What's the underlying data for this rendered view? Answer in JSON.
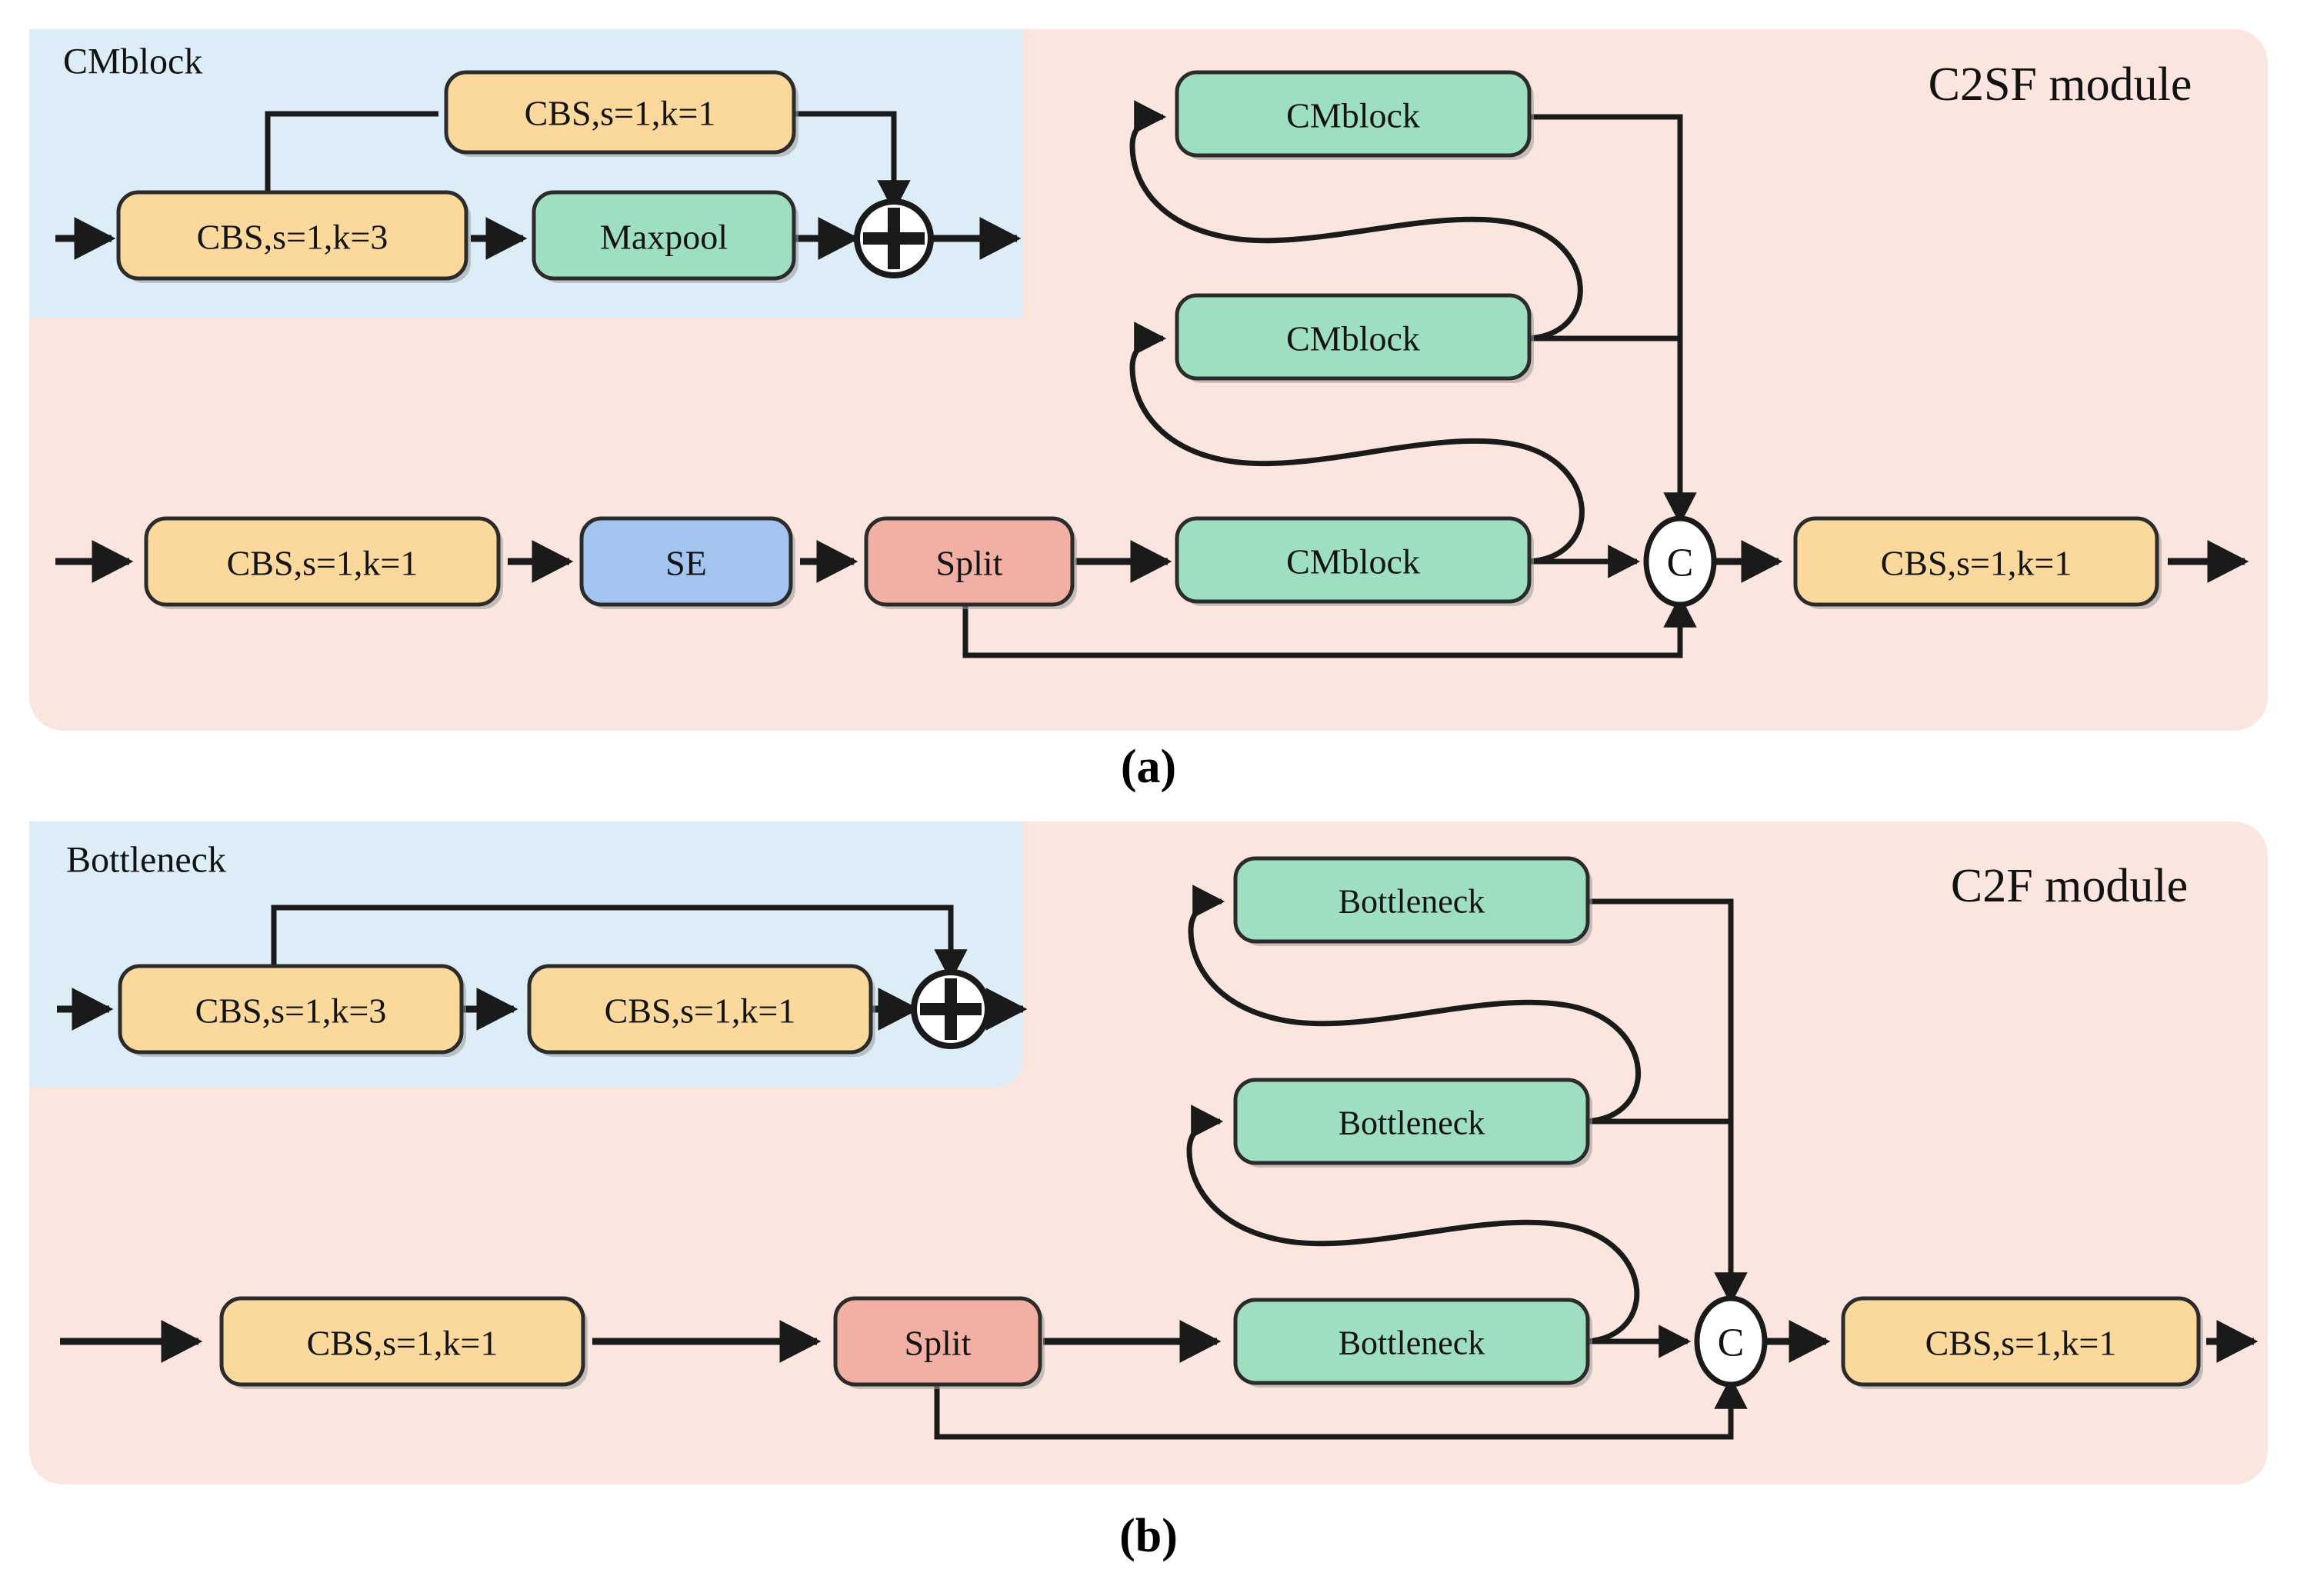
{
  "figure": {
    "subcaption_a": "(a)",
    "subcaption_b": "(b)"
  },
  "colors": {
    "panel_pink": "#FBE5DF",
    "panel_blue": "#DCEDF8",
    "box_orange": "#FBD89B",
    "box_green": "#9EDFC2",
    "box_blue": "#A2C4EE",
    "box_pink": "#F2AFA3",
    "box_white": "#FFFFFF",
    "stroke": "#1A1A1A",
    "text": "#121212"
  },
  "panel_a": {
    "module_title": "C2SF module",
    "inset_caption": "CMblock",
    "inset": {
      "blocks": [
        {
          "id": "a-inset-cbs-k3",
          "label": "CBS,s=1,k=3",
          "color": "orange"
        },
        {
          "id": "a-inset-cbs-k1",
          "label": "CBS,s=1,k=1",
          "color": "orange"
        },
        {
          "id": "a-inset-maxpool",
          "label": "Maxpool",
          "color": "green"
        }
      ],
      "operator": "+"
    },
    "main": {
      "blocks": [
        {
          "id": "a-main-cbs-in",
          "label": "CBS,s=1,k=1",
          "color": "orange"
        },
        {
          "id": "a-main-se",
          "label": "SE",
          "color": "blue"
        },
        {
          "id": "a-main-split",
          "label": "Split",
          "color": "pink"
        },
        {
          "id": "a-main-cm-1",
          "label": "CMblock",
          "color": "green"
        },
        {
          "id": "a-main-cm-2",
          "label": "CMblock",
          "color": "green"
        },
        {
          "id": "a-main-cm-3",
          "label": "CMblock",
          "color": "green"
        },
        {
          "id": "a-main-cbs-out",
          "label": "CBS,s=1,k=1",
          "color": "orange"
        }
      ],
      "concat_label": "C"
    }
  },
  "panel_b": {
    "module_title": "C2F module",
    "inset_caption": "Bottleneck",
    "inset": {
      "blocks": [
        {
          "id": "b-inset-cbs-k3",
          "label": "CBS,s=1,k=3",
          "color": "orange"
        },
        {
          "id": "b-inset-cbs-k1",
          "label": "CBS,s=1,k=1",
          "color": "orange"
        }
      ],
      "operator": "+"
    },
    "main": {
      "blocks": [
        {
          "id": "b-main-cbs-in",
          "label": "CBS,s=1,k=1",
          "color": "orange"
        },
        {
          "id": "b-main-split",
          "label": "Split",
          "color": "pink"
        },
        {
          "id": "b-main-bn-1",
          "label": "Bottleneck",
          "color": "green"
        },
        {
          "id": "b-main-bn-2",
          "label": "Bottleneck",
          "color": "green"
        },
        {
          "id": "b-main-bn-3",
          "label": "Bottleneck",
          "color": "green"
        },
        {
          "id": "b-main-cbs-out",
          "label": "CBS,s=1,k=1",
          "color": "orange"
        }
      ],
      "concat_label": "C"
    }
  }
}
